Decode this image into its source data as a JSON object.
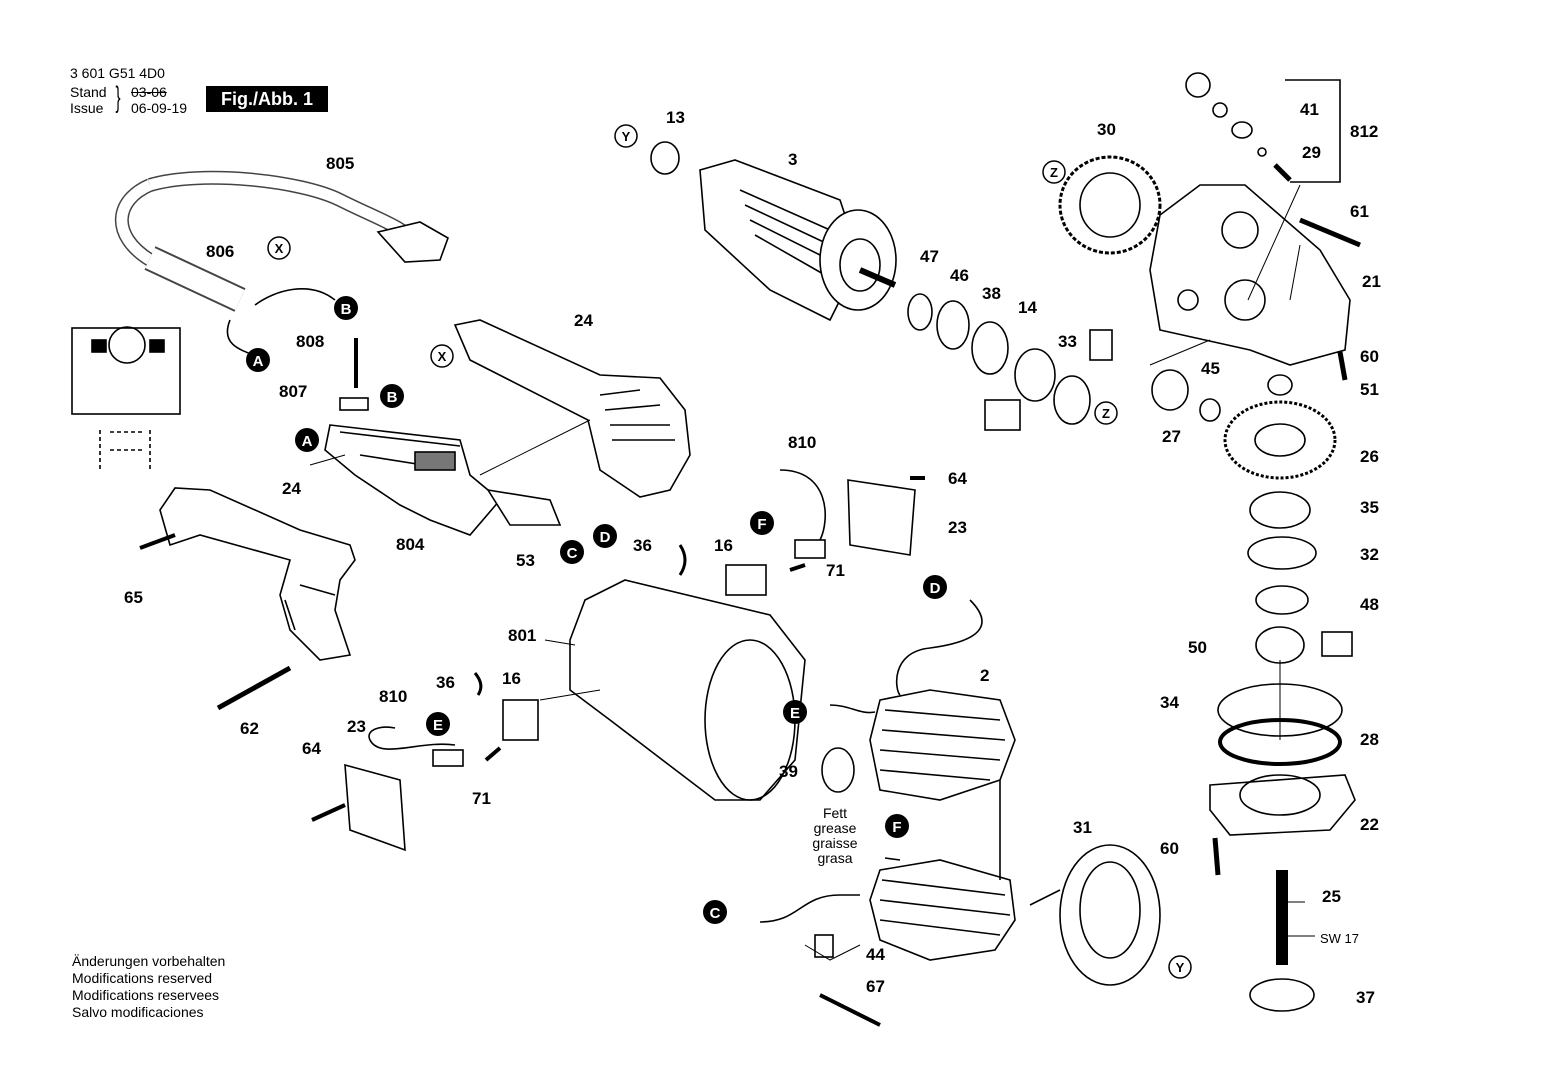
{
  "header": {
    "doc_number": "3 601 G51 4D0",
    "stand_label": "Stand",
    "stand_date": "03-06",
    "issue_label": "Issue",
    "issue_date": "06-09-19",
    "figure_label": "Fig./Abb. 1"
  },
  "footer": {
    "lines": [
      "Änderungen vorbehalten",
      "Modifications reserved",
      "Modifications reservees",
      "Salvo modificaciones"
    ]
  },
  "grease_note": [
    "Fett",
    "grease",
    "graisse",
    "grasa"
  ],
  "wrench_size": "SW 17",
  "part_numbers": {
    "p13": "13",
    "p3": "3",
    "p30": "30",
    "p41": "41",
    "p29": "29",
    "p812": "812",
    "p61": "61",
    "p21": "21",
    "p805": "805",
    "p806": "806",
    "p24a": "24",
    "p808": "808",
    "p807": "807",
    "p47": "47",
    "p46": "46",
    "p38": "38",
    "p14": "14",
    "p33": "33",
    "p60a": "60",
    "p51": "51",
    "p45": "45",
    "p27": "27",
    "p26": "26",
    "p810a": "810",
    "p64a": "64",
    "p23a": "23",
    "p35": "35",
    "p32": "32",
    "p48": "48",
    "p50": "50",
    "p24b": "24",
    "p804": "804",
    "p53": "53",
    "p36a": "36",
    "p16a": "16",
    "p71a": "71",
    "p65": "65",
    "p801": "801",
    "p2": "2",
    "p34": "34",
    "p28": "28",
    "p36b": "36",
    "p16b": "16",
    "p810b": "810",
    "p23b": "23",
    "p64b": "64",
    "p62": "62",
    "p71b": "71",
    "p39": "39",
    "p22": "22",
    "p31": "31",
    "p60b": "60",
    "p25": "25",
    "p44": "44",
    "p67": "67",
    "p37": "37"
  },
  "markers": {
    "A": "A",
    "B": "B",
    "C": "C",
    "D": "D",
    "E": "E",
    "F": "F",
    "X": "X",
    "Y": "Y",
    "Z": "Z"
  }
}
